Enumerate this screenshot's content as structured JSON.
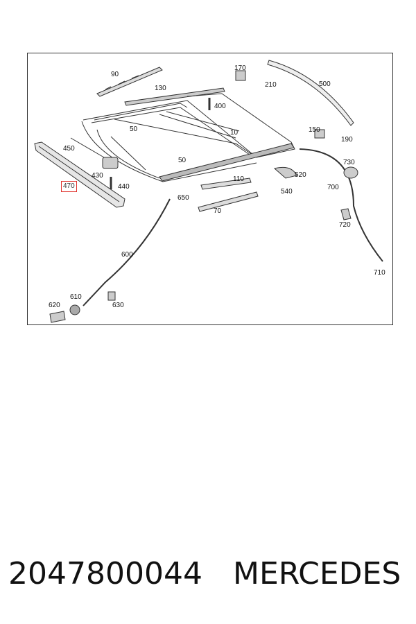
{
  "diagram": {
    "callouts": [
      {
        "id": "90",
        "label": "90"
      },
      {
        "id": "130",
        "label": "130"
      },
      {
        "id": "170",
        "label": "170"
      },
      {
        "id": "210",
        "label": "210"
      },
      {
        "id": "500",
        "label": "500"
      },
      {
        "id": "400",
        "label": "400"
      },
      {
        "id": "50a",
        "label": "50"
      },
      {
        "id": "10",
        "label": "10"
      },
      {
        "id": "150",
        "label": "150"
      },
      {
        "id": "190",
        "label": "190"
      },
      {
        "id": "450",
        "label": "450"
      },
      {
        "id": "50b",
        "label": "50"
      },
      {
        "id": "730",
        "label": "730"
      },
      {
        "id": "430",
        "label": "430"
      },
      {
        "id": "110",
        "label": "110"
      },
      {
        "id": "520",
        "label": "520"
      },
      {
        "id": "470",
        "label": "470",
        "highlighted": true
      },
      {
        "id": "440",
        "label": "440"
      },
      {
        "id": "700",
        "label": "700"
      },
      {
        "id": "540",
        "label": "540"
      },
      {
        "id": "650",
        "label": "650"
      },
      {
        "id": "70",
        "label": "70"
      },
      {
        "id": "720",
        "label": "720"
      },
      {
        "id": "600",
        "label": "600"
      },
      {
        "id": "710",
        "label": "710"
      },
      {
        "id": "610",
        "label": "610"
      },
      {
        "id": "620",
        "label": "620"
      },
      {
        "id": "630",
        "label": "630"
      }
    ],
    "highlight_color": "#e0302b",
    "line_color": "#333333"
  },
  "footer": {
    "part_number": "2047800044",
    "brand": "MERCEDES"
  }
}
